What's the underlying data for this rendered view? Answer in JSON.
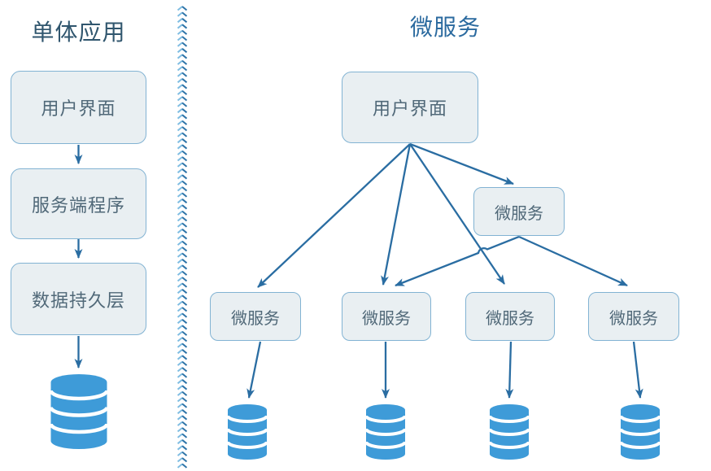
{
  "monolith": {
    "title": "单体应用",
    "nodes": [
      {
        "label": "用户界面"
      },
      {
        "label": "服务端程序"
      },
      {
        "label": "数据持久层"
      }
    ],
    "edges": [
      "用户界面→服务端程序",
      "服务端程序→数据持久层",
      "数据持久层→数据库"
    ]
  },
  "microservices": {
    "title": "微服务",
    "root": {
      "label": "用户界面"
    },
    "mid_service": {
      "label": "微服务"
    },
    "services": [
      {
        "label": "微服务"
      },
      {
        "label": "微服务"
      },
      {
        "label": "微服务"
      },
      {
        "label": "微服务"
      }
    ],
    "edges": [
      "用户界面→微服务(1)",
      "用户界面→微服务(2)",
      "用户界面→微服务(3)",
      "用户界面→微服务(中间层)",
      "微服务(中间层)→微服务(2)",
      "微服务(中间层)→微服务(4)",
      "微服务(1)→数据库(1)",
      "微服务(2)→数据库(2)",
      "微服务(3)→数据库(3)",
      "微服务(4)→数据库(4)"
    ]
  },
  "icons": {
    "database": "database-icon",
    "divider": "zigzag-divider-icon"
  },
  "colors": {
    "connector": "#2a6da2",
    "node_fill": "#e9eff2",
    "node_border": "#82b3d3",
    "node_text": "#506878",
    "title_mono": "#30566e",
    "title_micro": "#2b6a9f",
    "cylinder": "#3e9bd8",
    "divider_light": "#7fbde2",
    "divider_dark": "#2e74a8"
  }
}
